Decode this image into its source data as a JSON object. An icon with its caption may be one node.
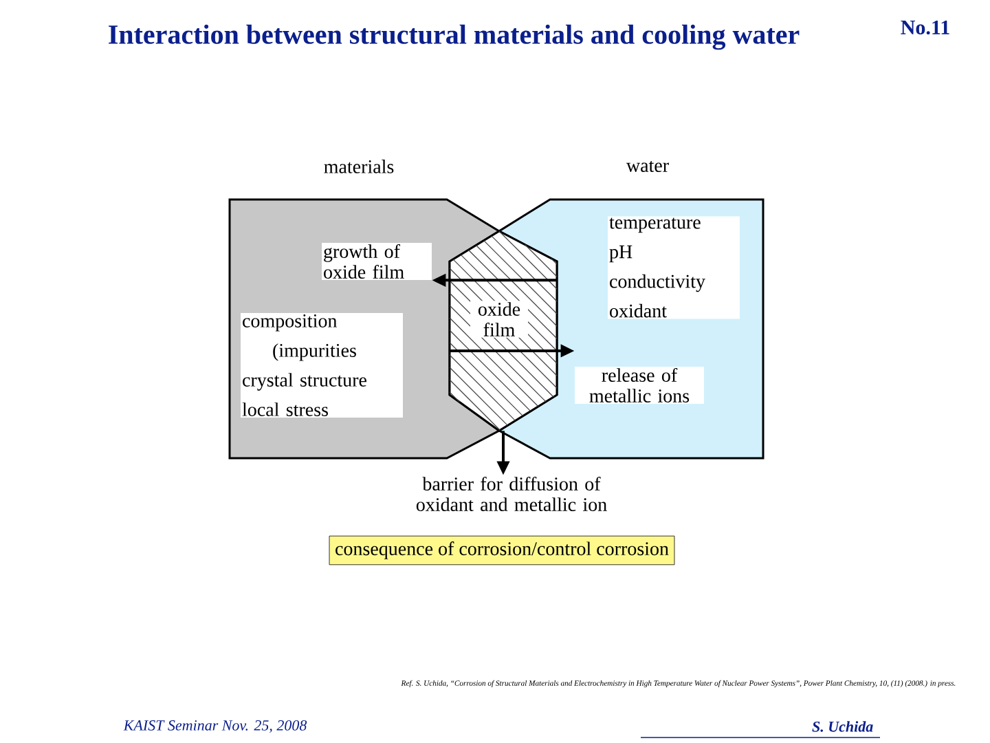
{
  "diagram": {
    "title": "Interaction between structural materials and cooling water",
    "nodes": [
      {
        "text": [
          "materials"
        ]
      },
      {
        "text": [
          "water"
        ]
      },
      {
        "text": [
          "oxide film"
        ]
      },
      {
        "text": [
          "growth of oxide film"
        ],
        "in": 0
      },
      {
        "text": [
          "composition",
          "(impurities",
          "crystal structure",
          "local stress"
        ],
        "in": 0
      },
      {
        "text": [
          "temperature",
          "pH",
          "conductivity",
          "oxidant"
        ],
        "in": 1
      },
      {
        "text": [
          "release of metallic ions"
        ],
        "in": 1
      },
      {
        "text": [
          "barrier for diffusion of oxidant and metallic ion"
        ]
      },
      {
        "text": [
          "consequence of corrosion/control corrosion"
        ]
      }
    ],
    "edges": [
      {
        "from": 2,
        "to": 3,
        "arrow": "to"
      },
      {
        "from": 2,
        "to": 6,
        "arrow": "to"
      },
      {
        "from": 2,
        "to": 7,
        "arrow": "to"
      }
    ],
    "labels": [
      "No.11",
      "Ref. S. Uchida, “Corrosion of Structural Materials and Electrochemistry in High Temperature Water of Nuclear Power Systems”, Power Plant Chemistry, 10, (11) (2008.) in press.",
      "KAIST Seminar Nov. 25, 2008",
      "S. Uchida"
    ]
  }
}
